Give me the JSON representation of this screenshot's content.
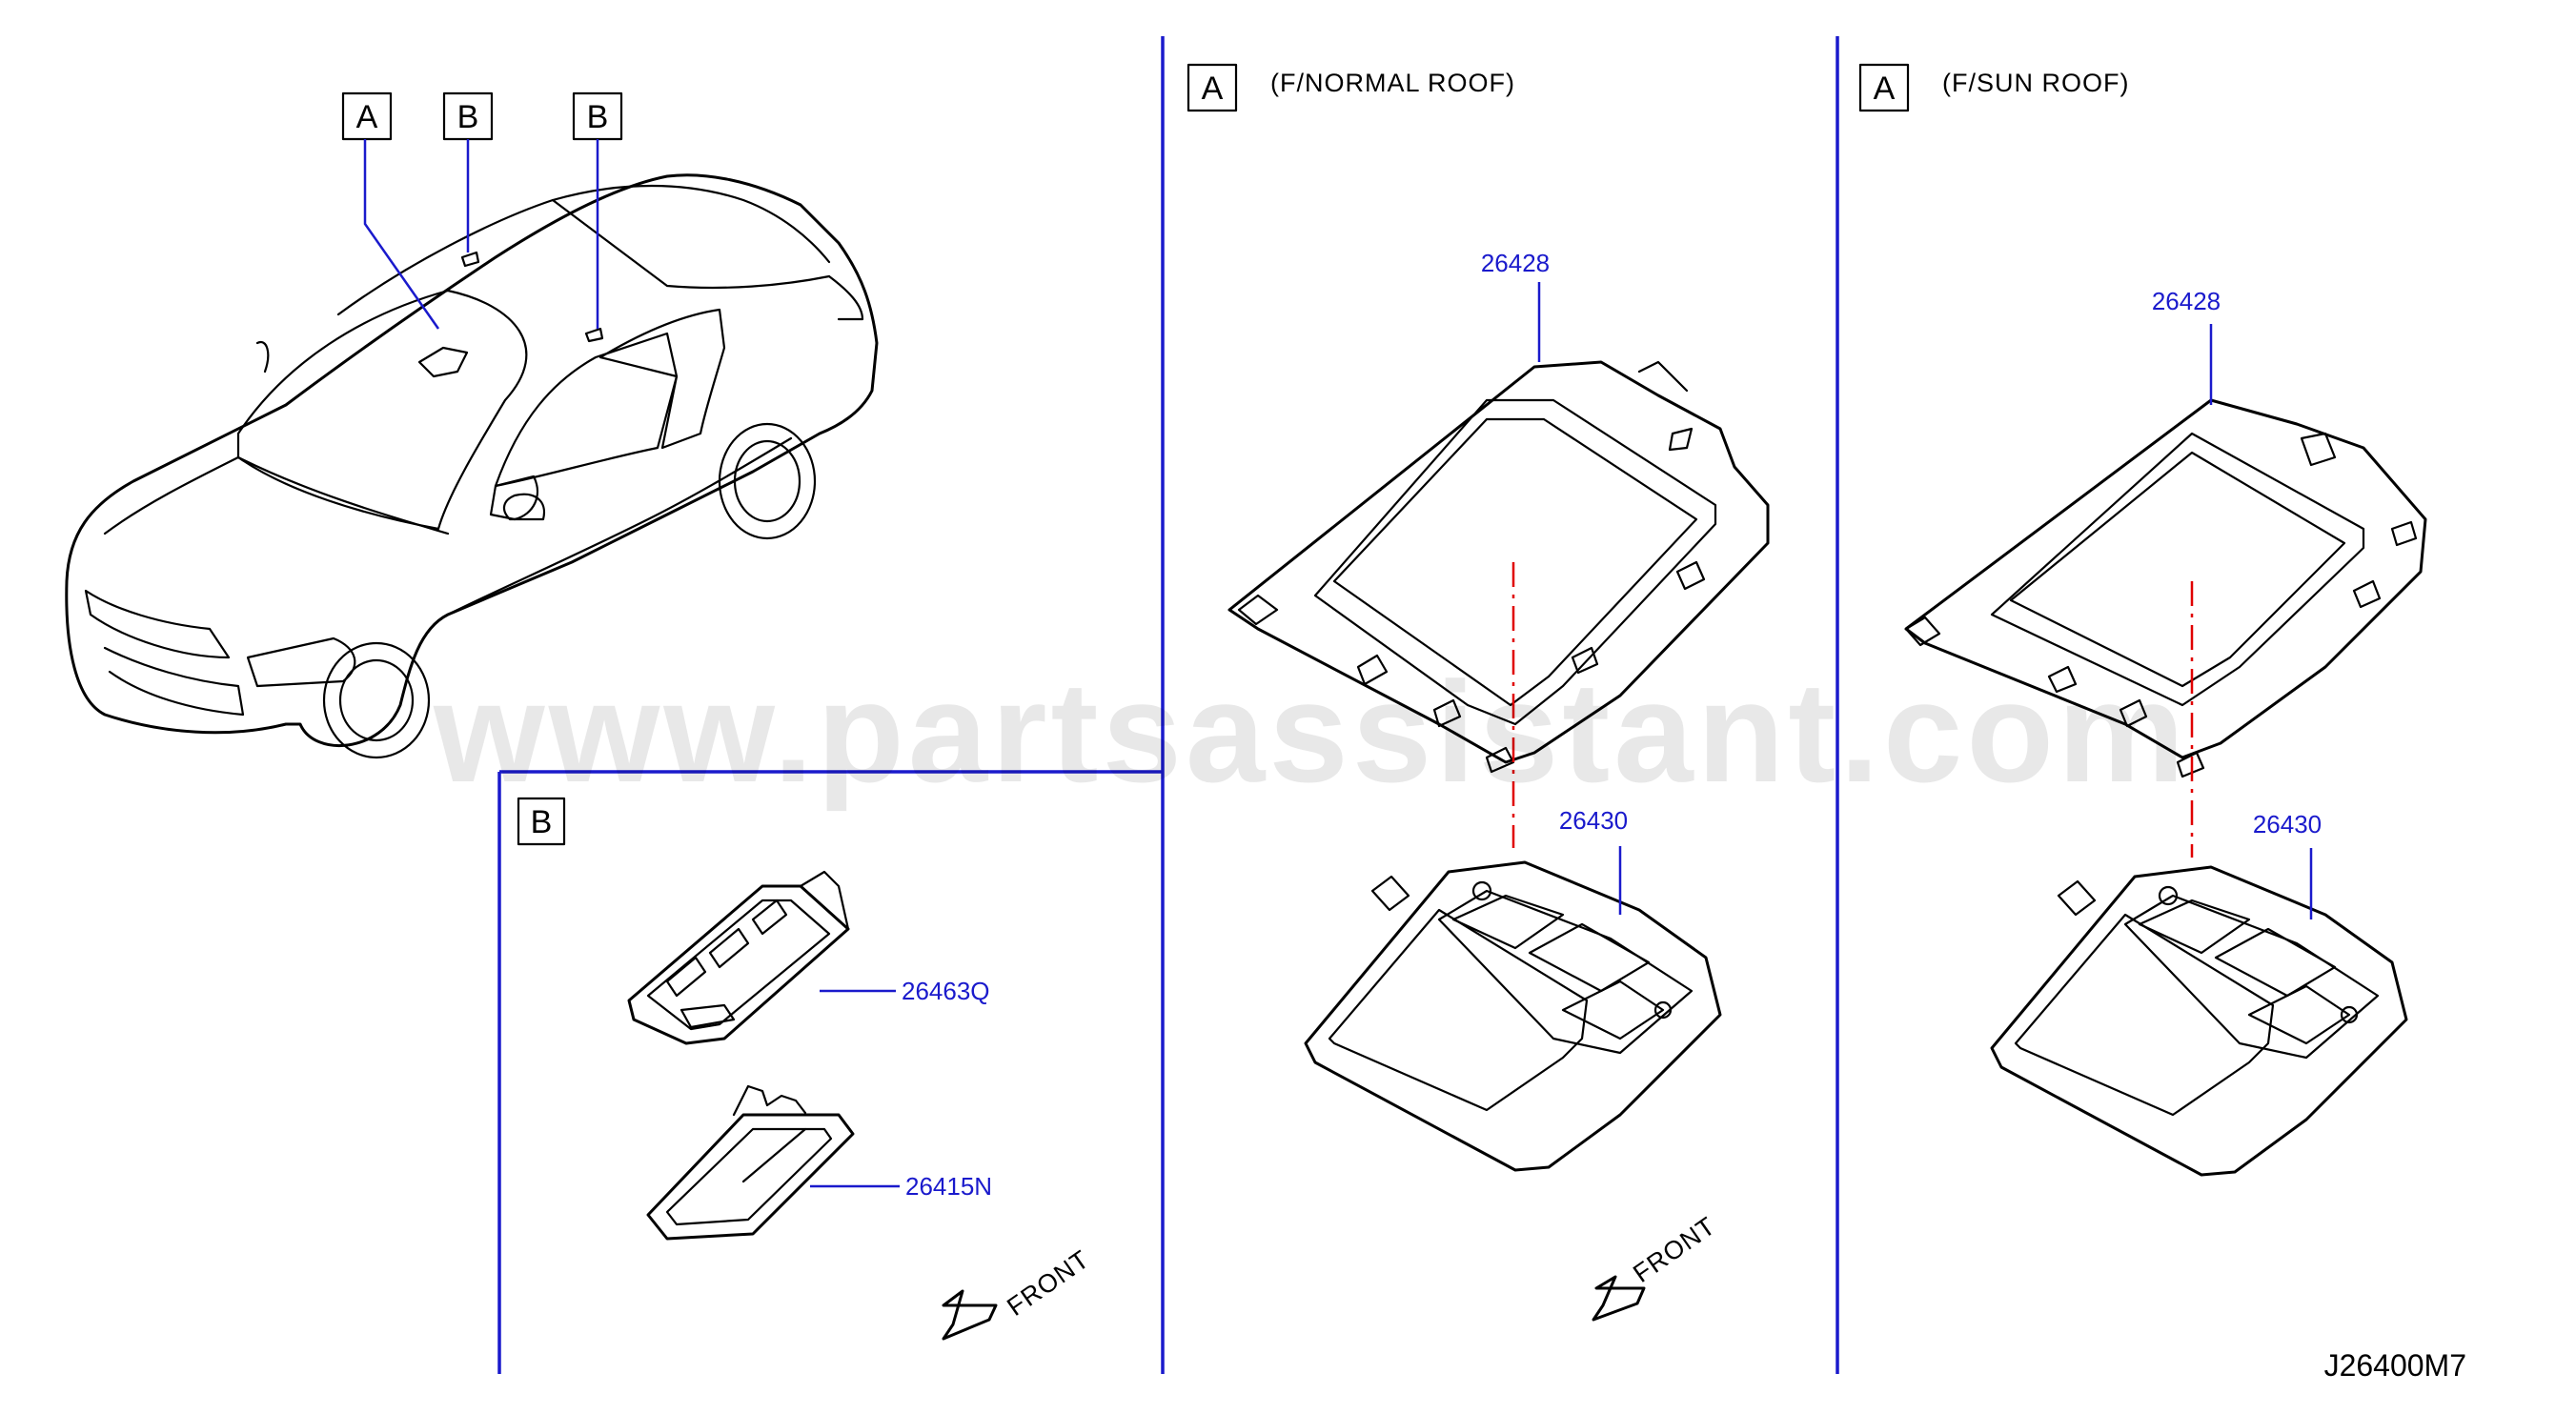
{
  "callouts": {
    "car_a": "A",
    "car_b1": "B",
    "car_b2": "B",
    "panel_b": "B",
    "panel_a1": "A",
    "panel_a2": "A"
  },
  "notes": {
    "normal_roof": "(F/NORMAL   ROOF)",
    "sun_roof": "(F/SUN   ROOF)"
  },
  "parts": {
    "bracket_normal": "26428",
    "lamp_normal": "26430",
    "bracket_sun": "26428",
    "lamp_sun": "26430",
    "map_lamp_base": "26463Q",
    "map_lamp_lens": "26415N"
  },
  "direction": {
    "front_b": "FRONT",
    "front_a": "FRONT"
  },
  "diagram_code": "J26400M7",
  "watermark": "www.partsassistant.com",
  "colors": {
    "leader": "#1a1acc",
    "centerline": "#e00000",
    "linework": "#000000"
  }
}
